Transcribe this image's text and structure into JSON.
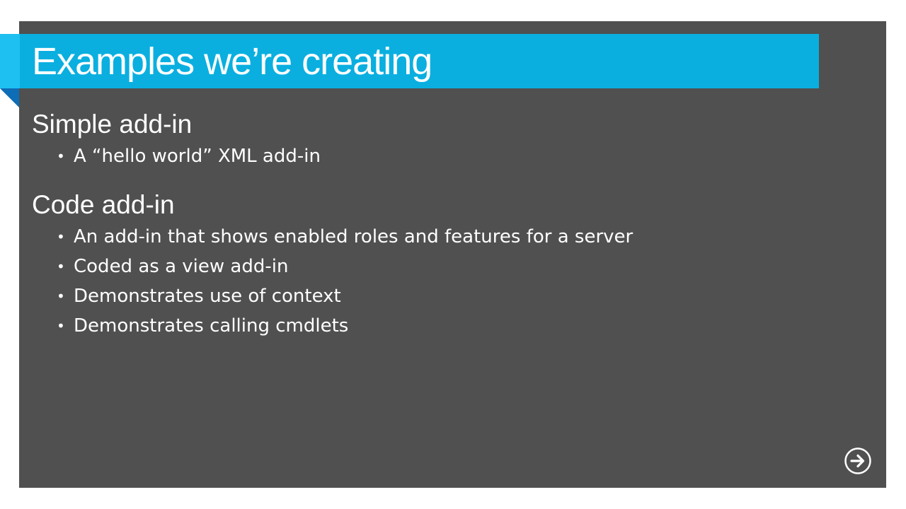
{
  "slide": {
    "title": "Examples we’re creating",
    "sections": [
      {
        "heading": "Simple add-in",
        "bullets": [
          "A “hello world” XML add-in"
        ]
      },
      {
        "heading": "Code add-in",
        "bullets": [
          "An add-in that shows enabled roles and features for a server",
          "Coded as a view add-in",
          "Demonstrates use of context",
          "Demonstrates calling cmdlets"
        ]
      }
    ]
  },
  "navigation": {
    "next_icon": "arrow-right-circle-icon"
  },
  "colors": {
    "slide_background": "#505050",
    "title_band": "#0aafe0",
    "accent_fold": "#0e6db7",
    "text": "#ffffff"
  }
}
